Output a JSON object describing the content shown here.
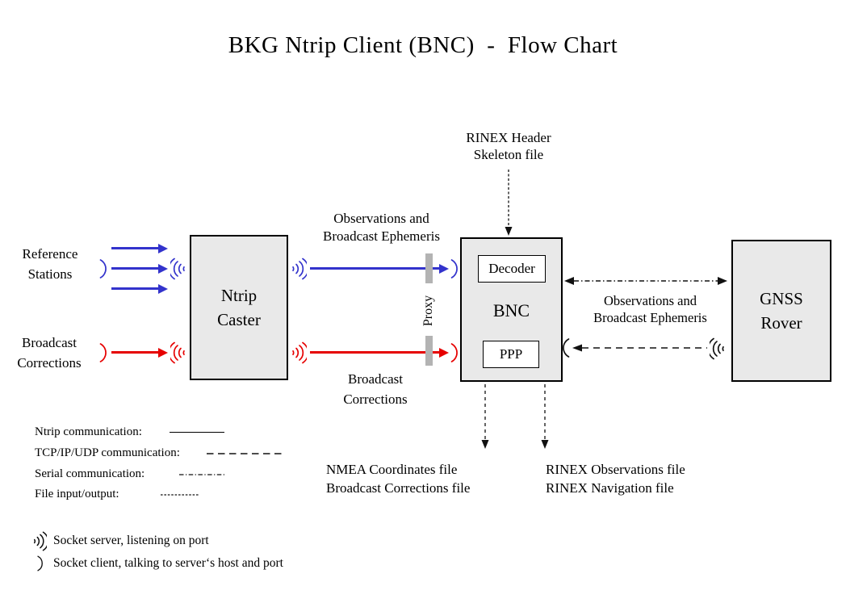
{
  "title": "BKG Ntrip Client (BNC)  -  Flow Chart",
  "colors": {
    "ntrip_blue": "#3333cc",
    "ntrip_red": "#e60000",
    "box_fill": "#e9e9e9",
    "box_border": "#000000",
    "proxy_bar": "#b3b3b3",
    "arrow_black": "#111111"
  },
  "nodes": {
    "reference_stations": "Reference\nStations",
    "broadcast_corrections_source": "Broadcast\nCorrections",
    "ntrip_caster": "Ntrip\nCaster",
    "bnc": "BNC",
    "decoder": "Decoder",
    "ppp": "PPP",
    "gnss_rover": "GNSS\nRover",
    "proxy": "Proxy"
  },
  "labels": {
    "obs_ephemeris_left": "Observations and\nBroadcast Ephemeris",
    "broadcast_corrections_mid": "Broadcast\nCorrections",
    "rinex_header": "RINEX Header\nSkeleton file",
    "obs_ephemeris_right": "Observations and\nBroadcast Ephemeris",
    "nmea_files": "NMEA Coordinates file\nBroadcast Corrections file",
    "rinex_files": "RINEX Observations file\nRINEX Navigation file"
  },
  "legend": {
    "lines": [
      {
        "label": "Ntrip communication:",
        "style": "solid"
      },
      {
        "label": "TCP/IP/UDP communication:",
        "style": "dashed"
      },
      {
        "label": "Serial communication:",
        "style": "dashdot"
      },
      {
        "label": "File input/output:",
        "style": "dotted"
      }
    ],
    "sockets": [
      {
        "label": "Socket server, listening on port"
      },
      {
        "label": "Socket client, talking to server‘s host and port"
      }
    ]
  }
}
